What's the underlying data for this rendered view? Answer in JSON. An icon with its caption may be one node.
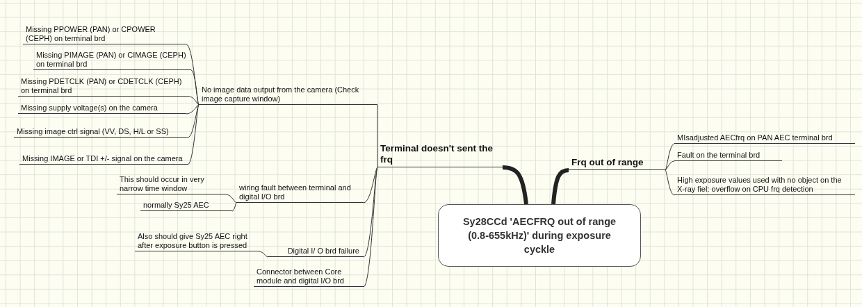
{
  "diagram": {
    "nodes": [
      {
        "text": [
          "Sy28CCd 'AECFRQ out of range (0.8-655kHz)' during exposure cyckle"
        ]
      },
      {
        "text": [
          "Terminal doesn't sent the frq"
        ]
      },
      {
        "text": [
          "No image data output from the camera (Check image capture window)"
        ]
      },
      {
        "text": [
          "Missing PPOWER (PAN) or CPOWER (CEPH) on terminal brd"
        ]
      },
      {
        "text": [
          "Missing PIMAGE (PAN) or CIMAGE (CEPH) on terminal brd"
        ]
      },
      {
        "text": [
          "Missing PDETCLK (PAN) or CDETCLK (CEPH) on terminal brd"
        ]
      },
      {
        "text": [
          "Missing supply voltage(s) on the camera"
        ]
      },
      {
        "text": [
          "Missing image ctrl signal (VV, DS, H/L or SS)"
        ]
      },
      {
        "text": [
          "Missing IMAGE or TDI +/- signal on the camera"
        ]
      },
      {
        "text": [
          "wiring fault between terminal and digital I/O brd"
        ]
      },
      {
        "text": [
          "This should occur in very narrow time window"
        ]
      },
      {
        "text": [
          "normally Sy25 AEC"
        ]
      },
      {
        "text": [
          "Digital I/ O brd failure"
        ]
      },
      {
        "text": [
          "Also should give Sy25 AEC right after exposure button is pressed"
        ]
      },
      {
        "text": [
          "Connector between Core module and digital I/O brd"
        ]
      },
      {
        "text": [
          "Frq out of range"
        ]
      },
      {
        "text": [
          "MIsadjusted AECfrq on PAN AEC terminal brd"
        ]
      },
      {
        "text": [
          "Fault on the terminal brd"
        ]
      },
      {
        "text": [
          "High exposure values used with no object on the X-ray fiel: overflow on CPU frq detection"
        ]
      }
    ],
    "edges": [
      {
        "from": 0,
        "to": 1,
        "arrow": "none",
        "style": "thick"
      },
      {
        "from": 0,
        "to": 15,
        "arrow": "none",
        "style": "thick"
      },
      {
        "from": 1,
        "to": 2,
        "arrow": "none"
      },
      {
        "from": 2,
        "to": 3,
        "arrow": "none"
      },
      {
        "from": 2,
        "to": 4,
        "arrow": "none"
      },
      {
        "from": 2,
        "to": 5,
        "arrow": "none"
      },
      {
        "from": 2,
        "to": 6,
        "arrow": "none"
      },
      {
        "from": 2,
        "to": 7,
        "arrow": "none"
      },
      {
        "from": 2,
        "to": 8,
        "arrow": "none"
      },
      {
        "from": 1,
        "to": 9,
        "arrow": "none"
      },
      {
        "from": 9,
        "to": 10,
        "arrow": "none"
      },
      {
        "from": 9,
        "to": 11,
        "arrow": "none"
      },
      {
        "from": 1,
        "to": 12,
        "arrow": "none"
      },
      {
        "from": 12,
        "to": 13,
        "arrow": "none"
      },
      {
        "from": 1,
        "to": 14,
        "arrow": "none"
      },
      {
        "from": 15,
        "to": 16,
        "arrow": "none"
      },
      {
        "from": 15,
        "to": 17,
        "arrow": "none"
      },
      {
        "from": 15,
        "to": 18,
        "arrow": "none"
      }
    ]
  }
}
